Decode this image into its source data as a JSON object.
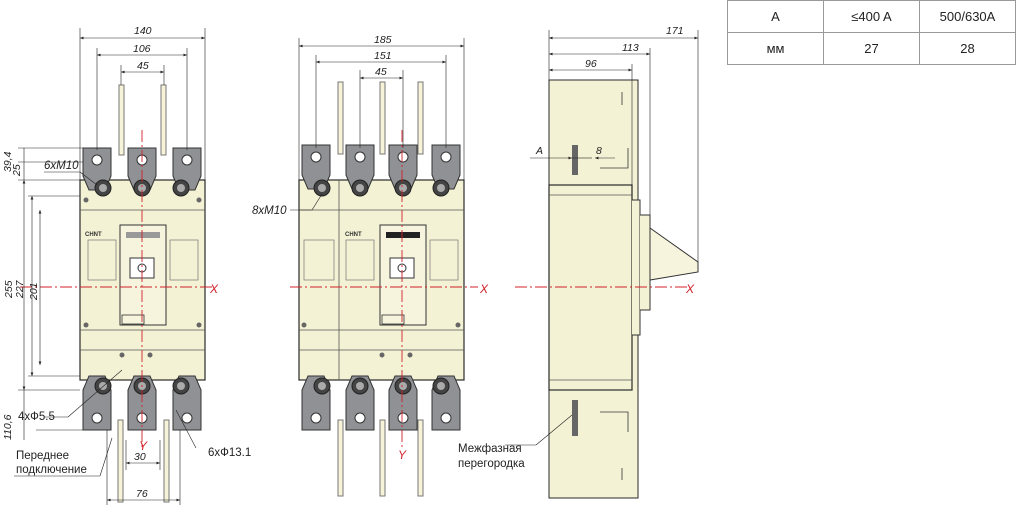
{
  "table": {
    "rows": [
      [
        "A",
        "≤400 A",
        "500/630A"
      ],
      [
        "мм",
        "27",
        "28"
      ]
    ]
  },
  "front_view": {
    "dims": {
      "width_total": "140",
      "width_mid": "106",
      "pitch": "45",
      "height_255": "255",
      "height_227": "227",
      "height_201": "201",
      "top_39": "39,4",
      "top_25": "25",
      "bottom_110": "110,6",
      "bottom_30": "30",
      "bottom_76": "76"
    },
    "labels": {
      "bolts": "6хМ10",
      "mount_holes": "4хФ5.5",
      "terminal_holes": "6хФ13.1",
      "front_conn_1": "Переднее",
      "front_conn_2": "подключение"
    },
    "brand": "CHNT",
    "axis_x": "X",
    "axis_y": "Y"
  },
  "four_pole_view": {
    "dims": {
      "width_total": "185",
      "width_mid": "151",
      "pitch": "45"
    },
    "labels": {
      "bolts": "8хМ10"
    },
    "brand": "CHNT",
    "axis_x": "X",
    "axis_y": "Y"
  },
  "side_view": {
    "dims": {
      "depth_total": "171",
      "depth_113": "113",
      "depth_96": "96",
      "a": "A",
      "d8": "8"
    },
    "labels": {
      "barrier_1": "Межфазная",
      "barrier_2": "перегородка"
    },
    "axis_x": "X"
  },
  "colors": {
    "body": "#f4f2d4",
    "terminal": "#8f9195",
    "outline": "#2a2a2a",
    "axis": "#d0202a"
  }
}
